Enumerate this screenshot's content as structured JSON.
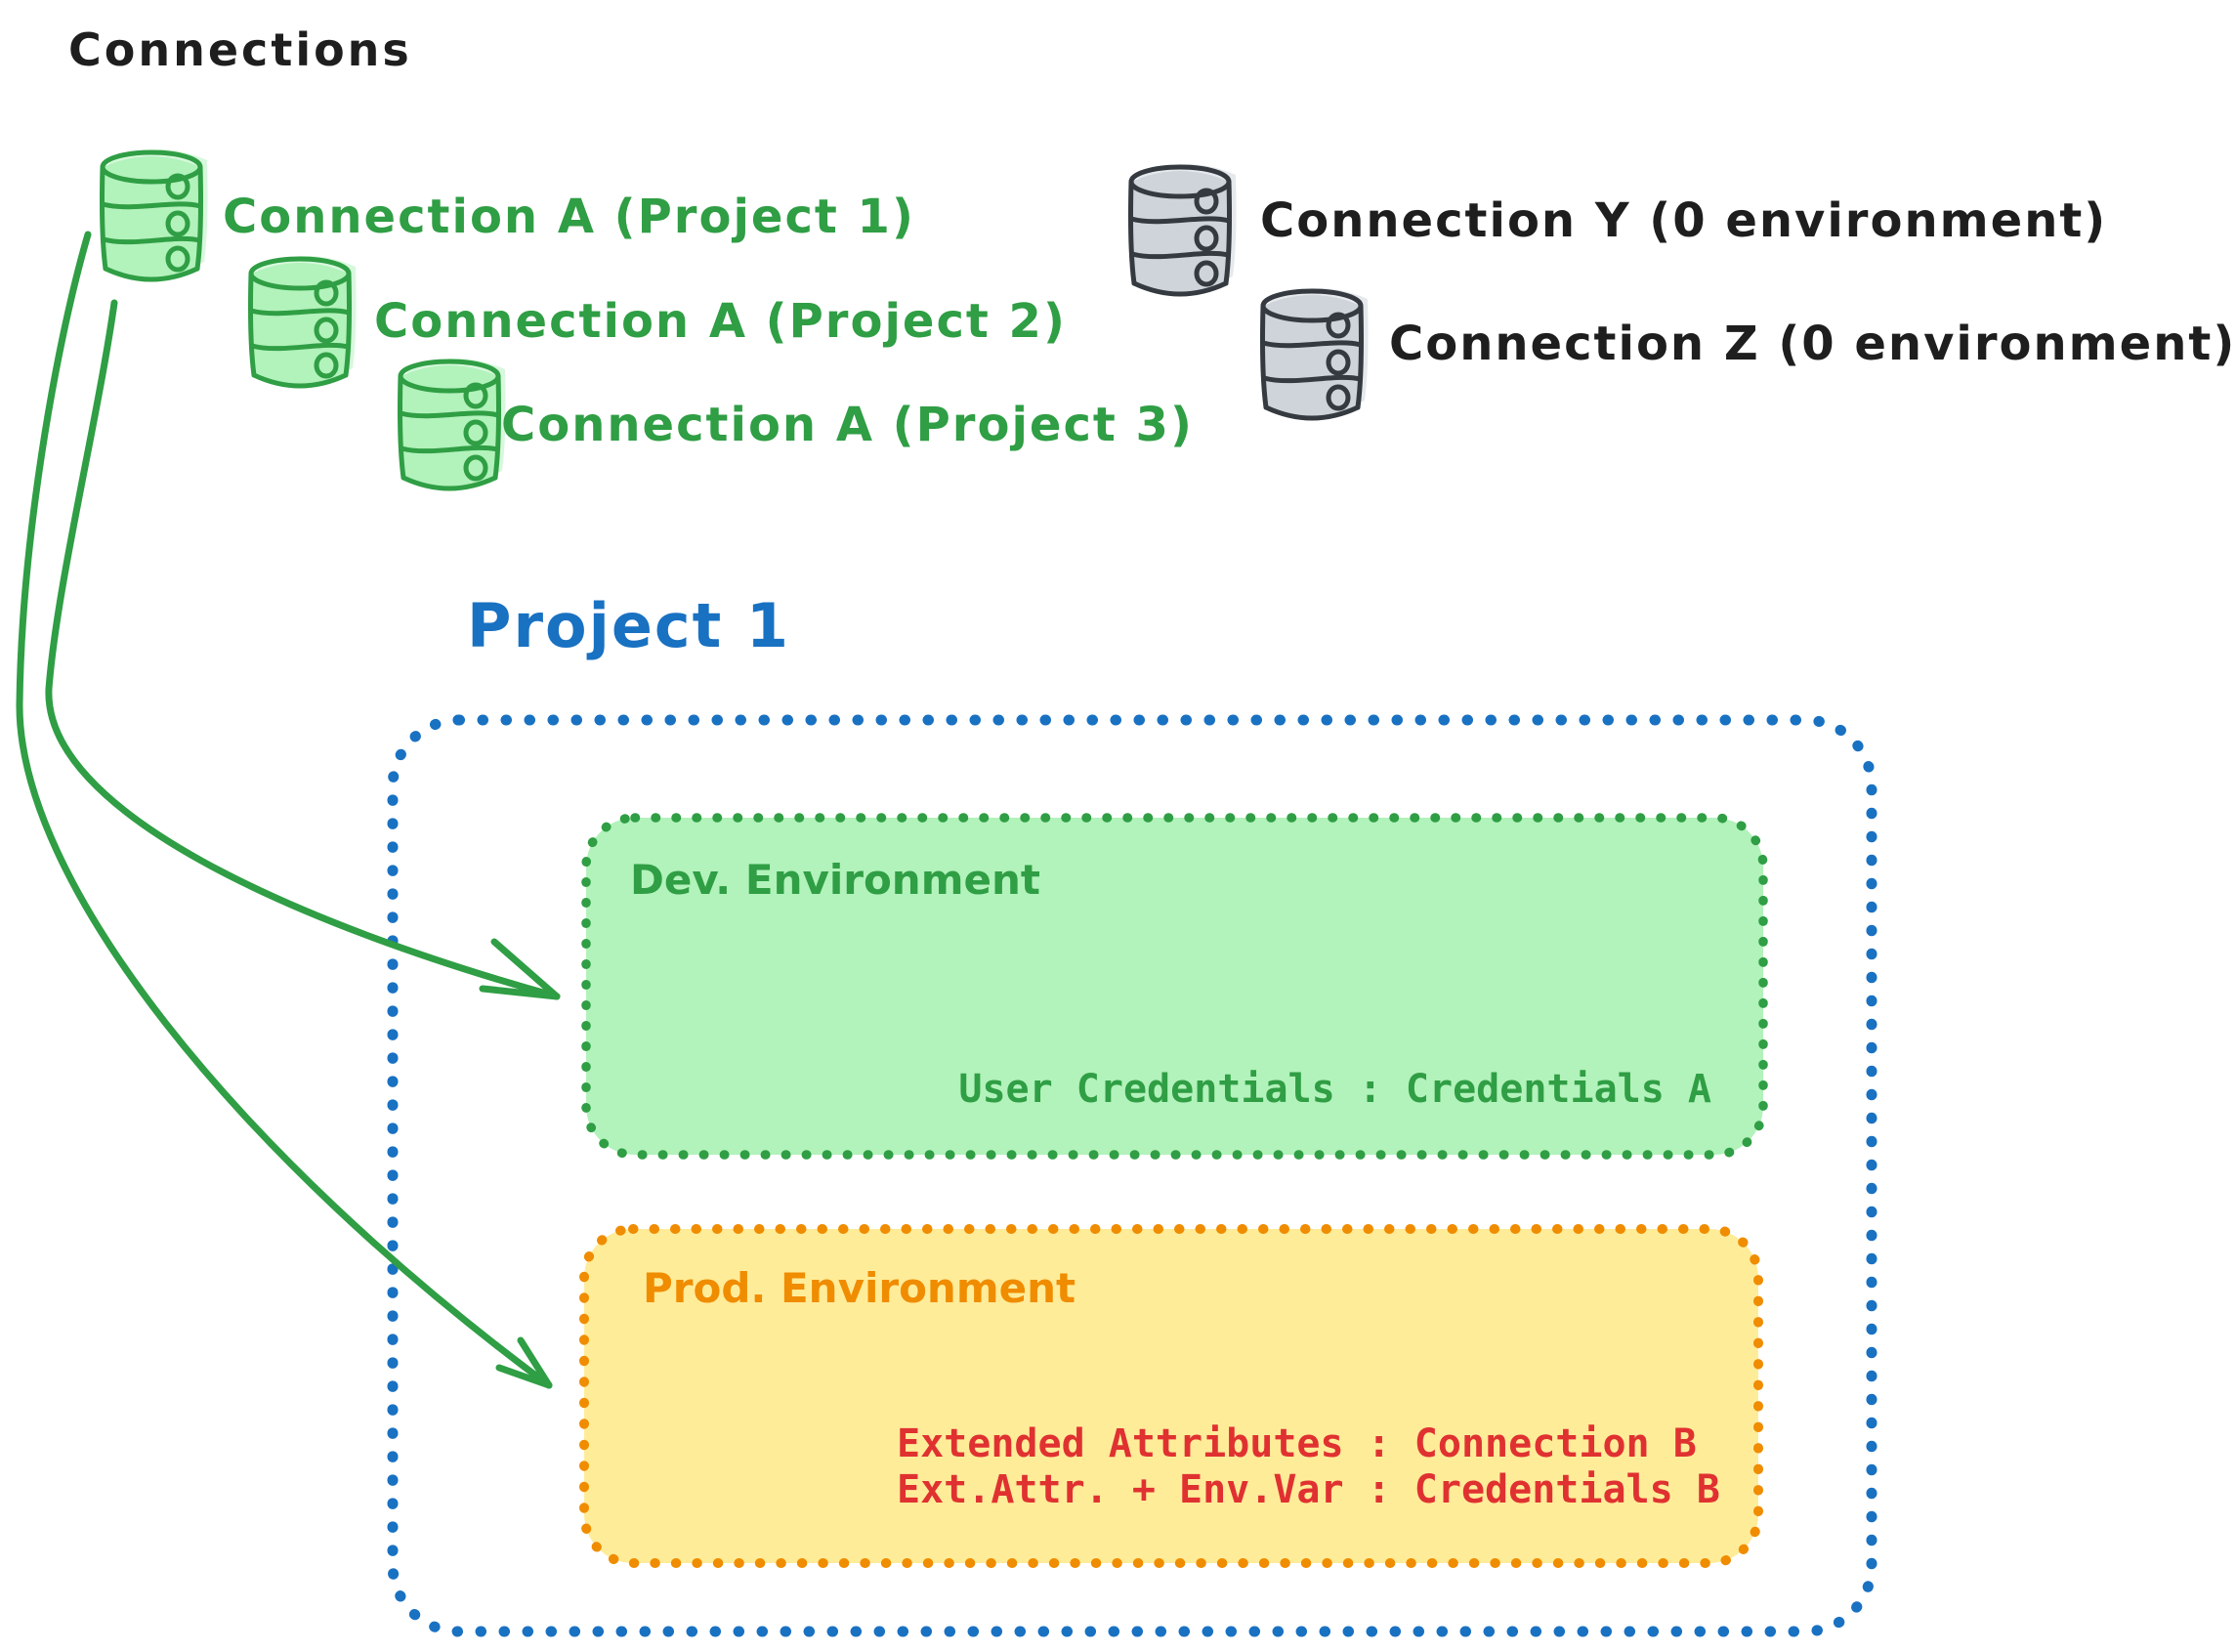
{
  "title": "Connections",
  "colors": {
    "ink": "#1e1e1e",
    "green_stroke": "#2f9e44",
    "green_fill": "#b2f2bb",
    "gray_stroke": "#343a40",
    "gray_fill": "#ced4da",
    "blue": "#1971c2",
    "orange_stroke": "#f08c00",
    "yellow_fill": "#ffec99",
    "red": "#e03131"
  },
  "green_connections": [
    {
      "label": "Connection A (Project 1)",
      "icon": "database-icon"
    },
    {
      "label": "Connection A (Project 2)",
      "icon": "database-icon"
    },
    {
      "label": "Connection A (Project 3)",
      "icon": "database-icon"
    }
  ],
  "gray_connections": [
    {
      "label": "Connection Y (0 environment)",
      "icon": "database-icon"
    },
    {
      "label": "Connection Z (0 environment)",
      "icon": "database-icon"
    }
  ],
  "project": {
    "title": "Project 1",
    "dev_environment": {
      "title": "Dev. Environment",
      "credentials_line": "User Credentials : Credentials A"
    },
    "prod_environment": {
      "title": "Prod. Environment",
      "lines": [
        "Extended Attributes : Connection B",
        "Ext.Attr. + Env.Var : Credentials B"
      ]
    }
  }
}
